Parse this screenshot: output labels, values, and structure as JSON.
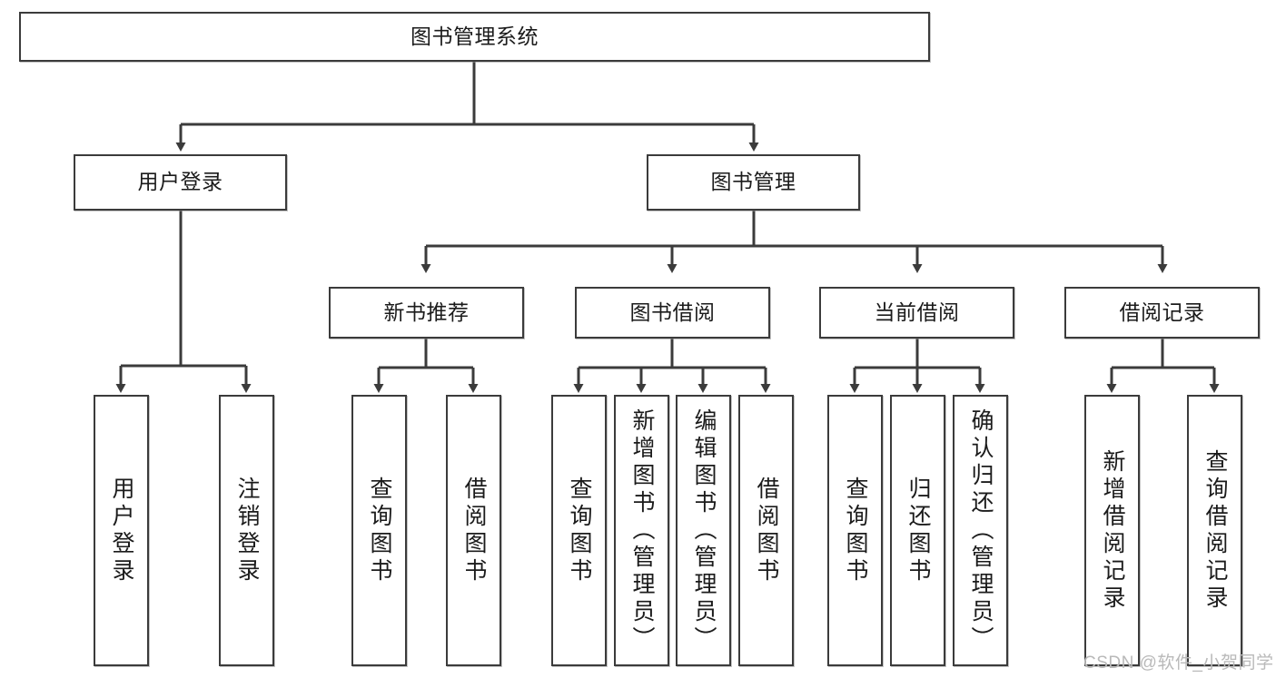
{
  "diagram": {
    "type": "tree-hierarchy",
    "title": "图书管理系统",
    "watermark": "CSDN @软件_小贺同学",
    "colors": {
      "box_border": "#3b3b3b",
      "box_fill": "#ffffff",
      "connector": "#3b3b3b",
      "text": "#1b1b1b",
      "watermark": "#b9b9b9",
      "background": "#ffffff"
    },
    "levels": [
      {
        "level": 1,
        "nodes": [
          {
            "id": "root",
            "label": "图书管理系统",
            "orientation": "horizontal"
          }
        ]
      },
      {
        "level": 2,
        "nodes": [
          {
            "id": "l2-0",
            "label": "用户登录",
            "orientation": "horizontal",
            "parent": "root"
          },
          {
            "id": "l2-1",
            "label": "图书管理",
            "orientation": "horizontal",
            "parent": "root"
          }
        ]
      },
      {
        "level": 3,
        "nodes": [
          {
            "id": "l3-0",
            "label": "新书推荐",
            "orientation": "horizontal",
            "parent": "l2-1"
          },
          {
            "id": "l3-1",
            "label": "图书借阅",
            "orientation": "horizontal",
            "parent": "l2-1"
          },
          {
            "id": "l3-2",
            "label": "当前借阅",
            "orientation": "horizontal",
            "parent": "l2-1"
          },
          {
            "id": "l3-3",
            "label": "借阅记录",
            "orientation": "horizontal",
            "parent": "l2-1"
          }
        ]
      },
      {
        "level": 4,
        "nodes": [
          {
            "id": "leaf-0",
            "label": "用户登录",
            "orientation": "vertical",
            "parent": "l2-0"
          },
          {
            "id": "leaf-1",
            "label": "注销登录",
            "orientation": "vertical",
            "parent": "l2-0"
          },
          {
            "id": "leaf-2",
            "label": "查询图书",
            "orientation": "vertical",
            "parent": "l3-0"
          },
          {
            "id": "leaf-3",
            "label": "借阅图书",
            "orientation": "vertical",
            "parent": "l3-0"
          },
          {
            "id": "leaf-4",
            "label": "查询图书",
            "orientation": "vertical",
            "parent": "l3-1"
          },
          {
            "id": "leaf-5",
            "label": "新增图书（管理员）",
            "orientation": "vertical",
            "parent": "l3-1"
          },
          {
            "id": "leaf-6",
            "label": "编辑图书（管理员）",
            "orientation": "vertical",
            "parent": "l3-1"
          },
          {
            "id": "leaf-7",
            "label": "借阅图书",
            "orientation": "vertical",
            "parent": "l3-1"
          },
          {
            "id": "leaf-8",
            "label": "查询图书",
            "orientation": "vertical",
            "parent": "l3-2"
          },
          {
            "id": "leaf-9",
            "label": "归还图书",
            "orientation": "vertical",
            "parent": "l3-2"
          },
          {
            "id": "leaf-10",
            "label": "确认归还（管理员）",
            "orientation": "vertical",
            "parent": "l3-2"
          },
          {
            "id": "leaf-11",
            "label": "新增借阅记录",
            "orientation": "vertical",
            "parent": "l3-3"
          },
          {
            "id": "leaf-12",
            "label": "查询借阅记录",
            "orientation": "vertical",
            "parent": "l3-3"
          }
        ]
      }
    ]
  }
}
